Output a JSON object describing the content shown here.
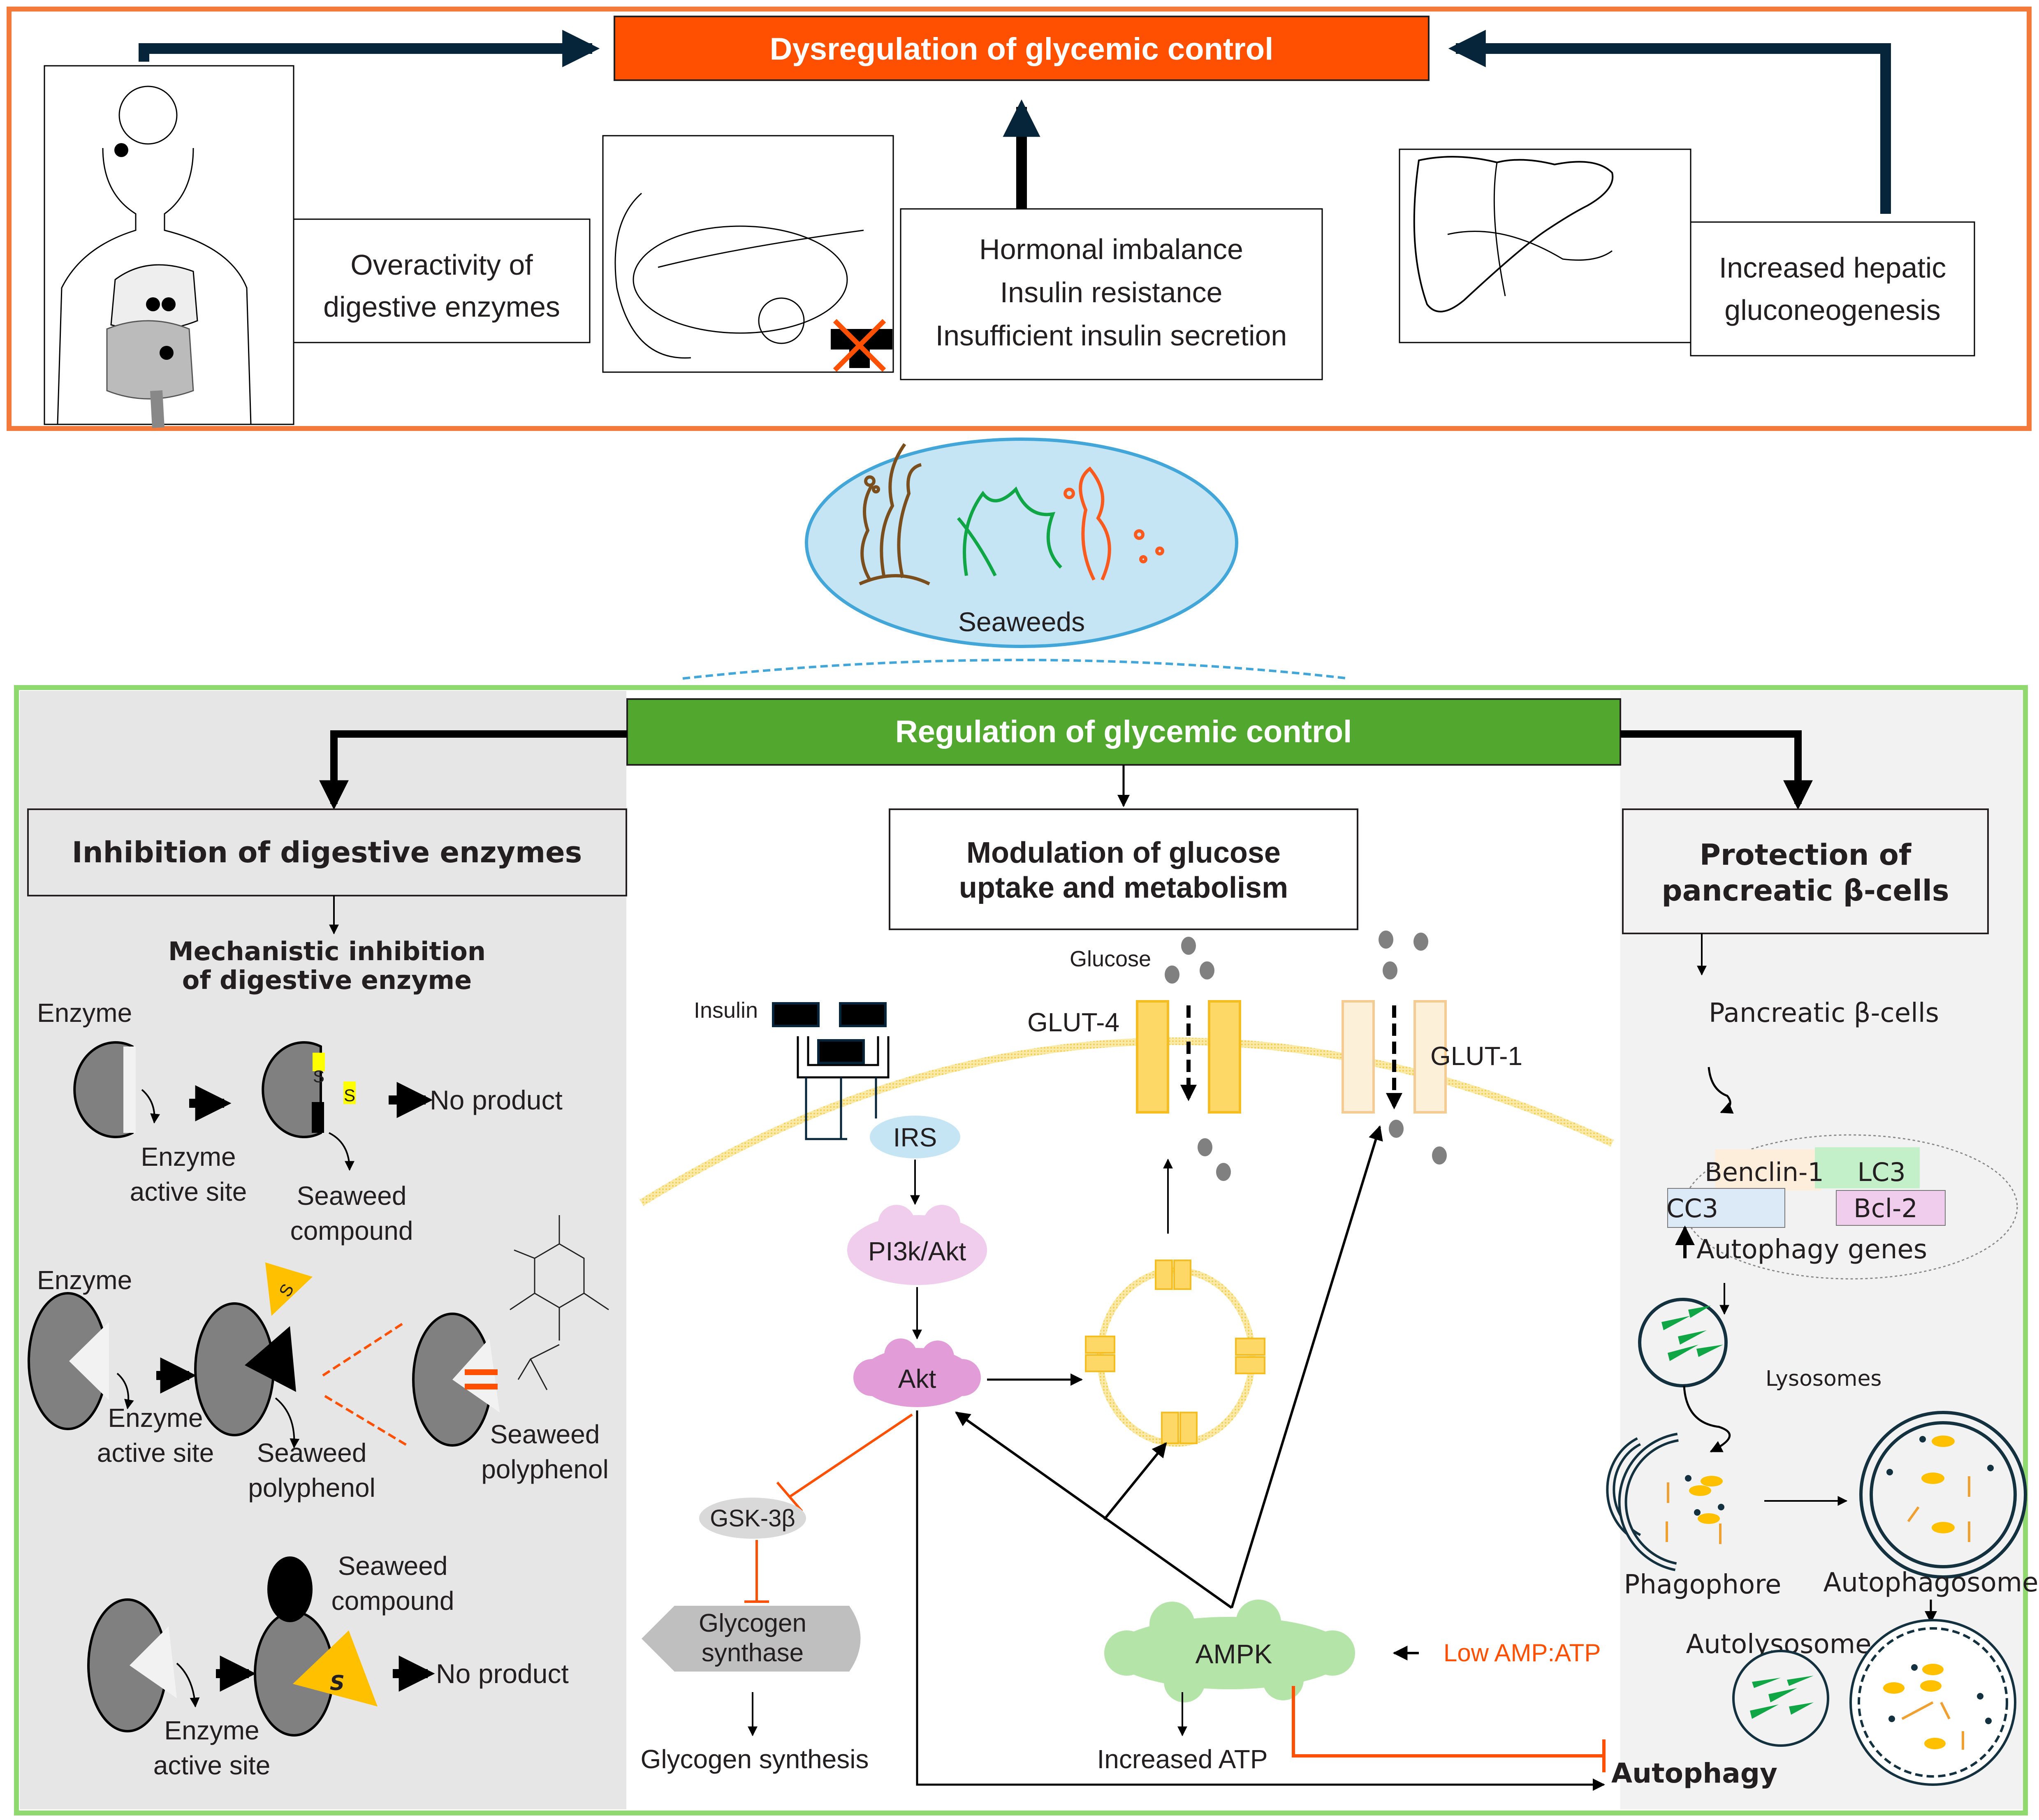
{
  "top_panel": {
    "title": "Dysregulation of glycemic control",
    "title_bg": "#fe5000",
    "border_color": "#f47a3c",
    "boxes": {
      "digestive": [
        "Overactivity of",
        "digestive enzymes"
      ],
      "hormonal": [
        "Hormonal imbalance",
        "Insulin resistance",
        "Insufficient insulin secretion"
      ],
      "hepatic": [
        "Increased hepatic",
        "gluconeogenesis"
      ]
    }
  },
  "seaweeds": {
    "label": "Seaweeds",
    "fill": "#c5e5f5",
    "stroke": "#42a6d9"
  },
  "bottom_panel": {
    "title": "Regulation of glycemic control",
    "title_bg": "#52a82f",
    "border_color": "#8fd96f",
    "left": {
      "heading": "Inhibition of digestive enzymes",
      "subheading": [
        "Mechanistic inhibition",
        "of digestive enzyme"
      ],
      "row1": {
        "enzyme": "Enzyme",
        "active_site": [
          "Enzyme",
          "active site"
        ],
        "compound": [
          "Seaweed",
          "compound"
        ],
        "s1": "S",
        "s2": "S",
        "result": "No product"
      },
      "row2": {
        "enzyme": "Enzyme",
        "active_site": [
          "Enzyme",
          "active site"
        ],
        "polyphenol": [
          "Seaweed",
          "polyphenol"
        ],
        "polyphenol2": [
          "Seaweed",
          "polyphenol"
        ],
        "s": "S"
      },
      "row3": {
        "compound": [
          "Seaweed",
          "compound"
        ],
        "active_site": [
          "Enzyme",
          "active site"
        ],
        "s": "S",
        "result": "No product"
      }
    },
    "middle": {
      "heading": [
        "Modulation of glucose",
        "uptake and metabolism"
      ],
      "labels": {
        "glucose": "Glucose",
        "insulin": "Insulin",
        "glut4": "GLUT-4",
        "glut1": "GLUT-1",
        "irs": "IRS",
        "pi3k": "PI3k/Akt",
        "akt": "Akt",
        "gsk": "GSK-3β",
        "glycogen_synthase": [
          "Glycogen",
          "synthase"
        ],
        "glycogen_synthesis": "Glycogen synthesis",
        "ampk": "AMPK",
        "low_amp": "Low AMP:ATP",
        "increased_atp": "Increased ATP"
      }
    },
    "right": {
      "heading": [
        "Protection of",
        "pancreatic β-cells"
      ],
      "beta_cells": "Pancreatic β-cells",
      "genes": [
        {
          "name": "Benclin-1",
          "color": "#fdeedb"
        },
        {
          "name": "LC3",
          "color": "#c3f0c8"
        },
        {
          "name": "CC3",
          "color": "#dce9f6"
        },
        {
          "name": "Bcl-2",
          "color": "#f0cdec"
        }
      ],
      "autophagy_genes": "Autophagy genes",
      "lysosomes": "Lysosomes",
      "phagophore": "Phagophore",
      "autophagosome": "Autophagosome",
      "autolysosome": "Autolysosome",
      "autophagy": "Autophagy"
    }
  }
}
